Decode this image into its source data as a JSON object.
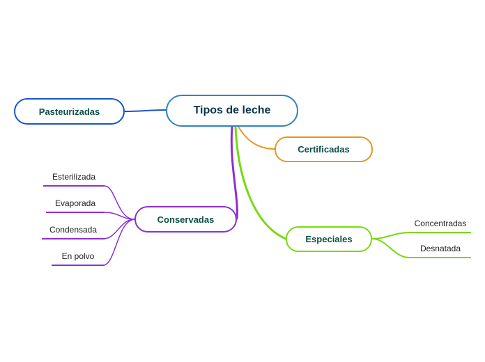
{
  "diagram": {
    "type": "mindmap",
    "root": {
      "label": "Tipos de leche"
    },
    "branches": {
      "pasteurizadas": {
        "label": "Pasteurizadas",
        "color": "#1a56c4",
        "children": []
      },
      "certificadas": {
        "label": "Certificadas",
        "color": "#e8971e",
        "children": []
      },
      "conservadas": {
        "label": "Conservadas",
        "color": "#8e2fd1",
        "children": [
          {
            "label": "Esterilizada"
          },
          {
            "label": "Evaporada"
          },
          {
            "label": "Condensada"
          },
          {
            "label": "En polvo"
          }
        ]
      },
      "especiales": {
        "label": "Especiales",
        "color": "#77d912",
        "children": [
          {
            "label": "Concentradas"
          },
          {
            "label": "Desnatada"
          }
        ]
      }
    },
    "colors": {
      "root_border": "#2e86c1",
      "node_text": "#0b4f46",
      "root_text": "#0c3550",
      "leaf_text": "#222222",
      "background": "#ffffff"
    }
  }
}
